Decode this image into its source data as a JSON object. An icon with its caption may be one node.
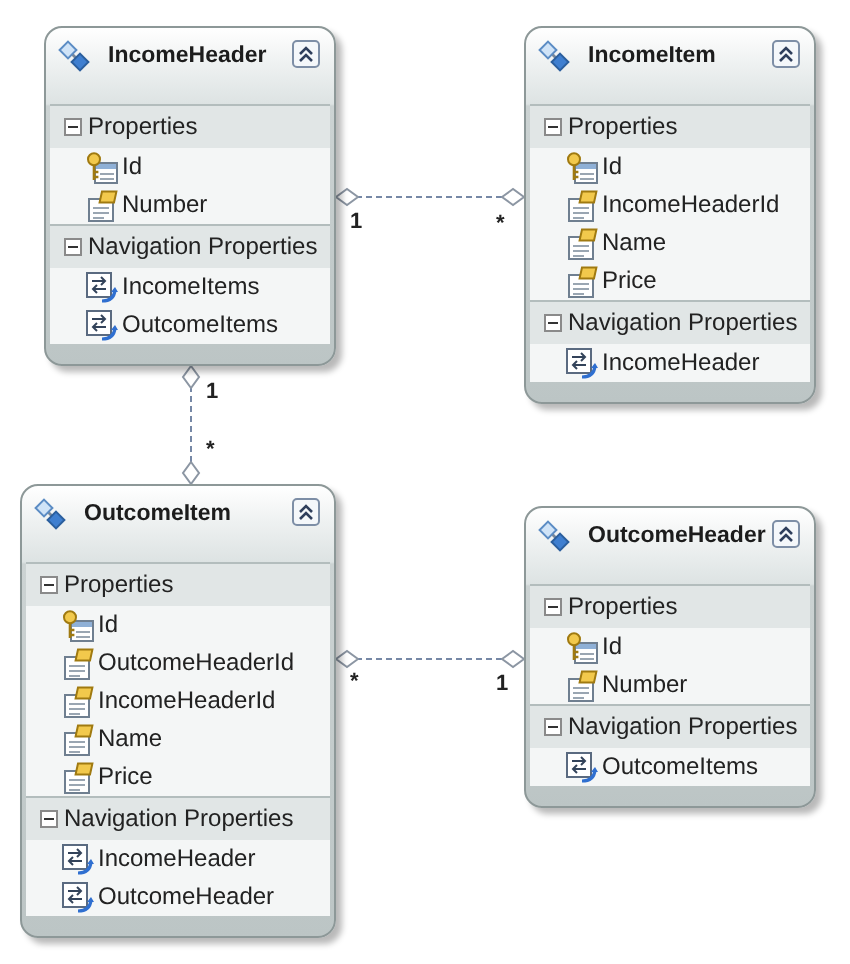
{
  "diagram": {
    "nodes": [
      {
        "text": [
          "IncomeHeader"
        ]
      },
      {
        "text": [
          "Properties",
          "Id",
          "Number"
        ],
        "in": 0
      },
      {
        "text": [
          "Navigation Properties",
          "IncomeItems",
          "OutcomeItems"
        ],
        "in": 0
      },
      {
        "text": [
          "IncomeItem"
        ]
      },
      {
        "text": [
          "Properties",
          "Id",
          "IncomeHeaderId",
          "Name",
          "Price"
        ],
        "in": 3
      },
      {
        "text": [
          "Navigation Properties",
          "IncomeHeader"
        ],
        "in": 3
      },
      {
        "text": [
          "OutcomeItem"
        ]
      },
      {
        "text": [
          "Properties",
          "Id",
          "OutcomeHeaderId",
          "IncomeHeaderId",
          "Name",
          "Price"
        ],
        "in": 6
      },
      {
        "text": [
          "Navigation Properties",
          "IncomeHeader",
          "OutcomeHeader"
        ],
        "in": 6
      },
      {
        "text": [
          "OutcomeHeader"
        ]
      },
      {
        "text": [
          "Properties",
          "Id",
          "Number"
        ],
        "in": 9
      },
      {
        "text": [
          "Navigation Properties",
          "OutcomeItems"
        ],
        "in": 9
      }
    ],
    "edges": [
      {
        "from": 0,
        "to": 3,
        "arrow": "other",
        "style": "dashed"
      },
      {
        "from": 0,
        "to": 6,
        "arrow": "other",
        "style": "dashed"
      },
      {
        "from": 6,
        "to": 9,
        "arrow": "other",
        "style": "dashed"
      }
    ],
    "labels": [
      "1",
      "*",
      "1",
      "*",
      "*",
      "1"
    ]
  }
}
